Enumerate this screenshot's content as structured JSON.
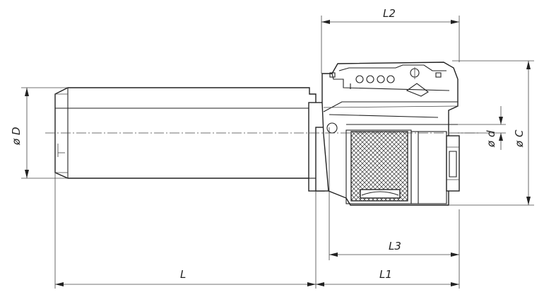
{
  "labels": {
    "L": "L",
    "L1": "L1",
    "L2": "L2",
    "L3": "L3",
    "D": "ø D",
    "d": "ø d",
    "C": "ø C"
  }
}
